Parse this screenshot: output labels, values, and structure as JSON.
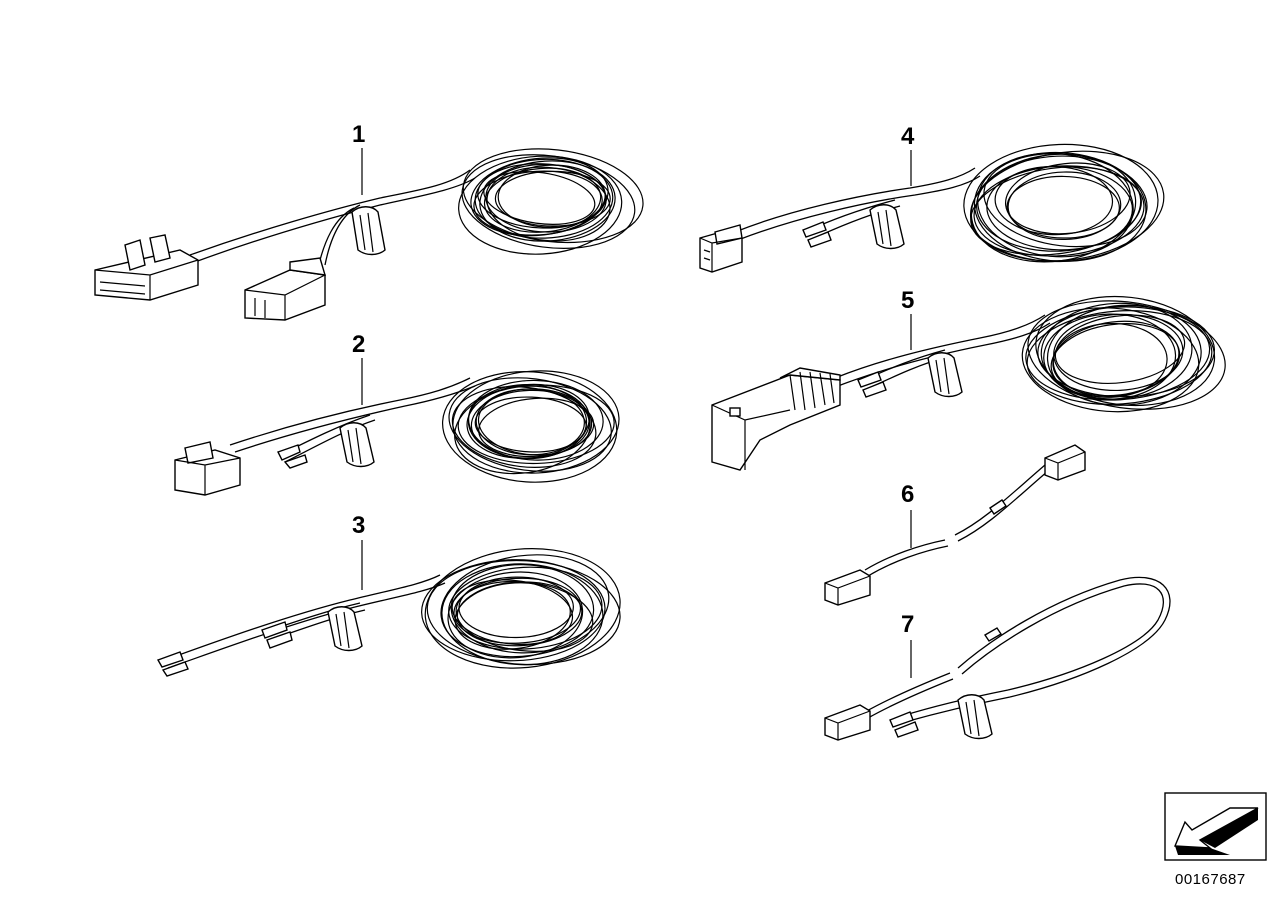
{
  "diagram": {
    "callouts": [
      "1",
      "2",
      "3",
      "4",
      "5",
      "6",
      "7"
    ],
    "document_number": "00167687",
    "icons": [
      "direction-arrow-icon"
    ],
    "colors": {
      "line": "#000000",
      "background": "#ffffff"
    }
  }
}
